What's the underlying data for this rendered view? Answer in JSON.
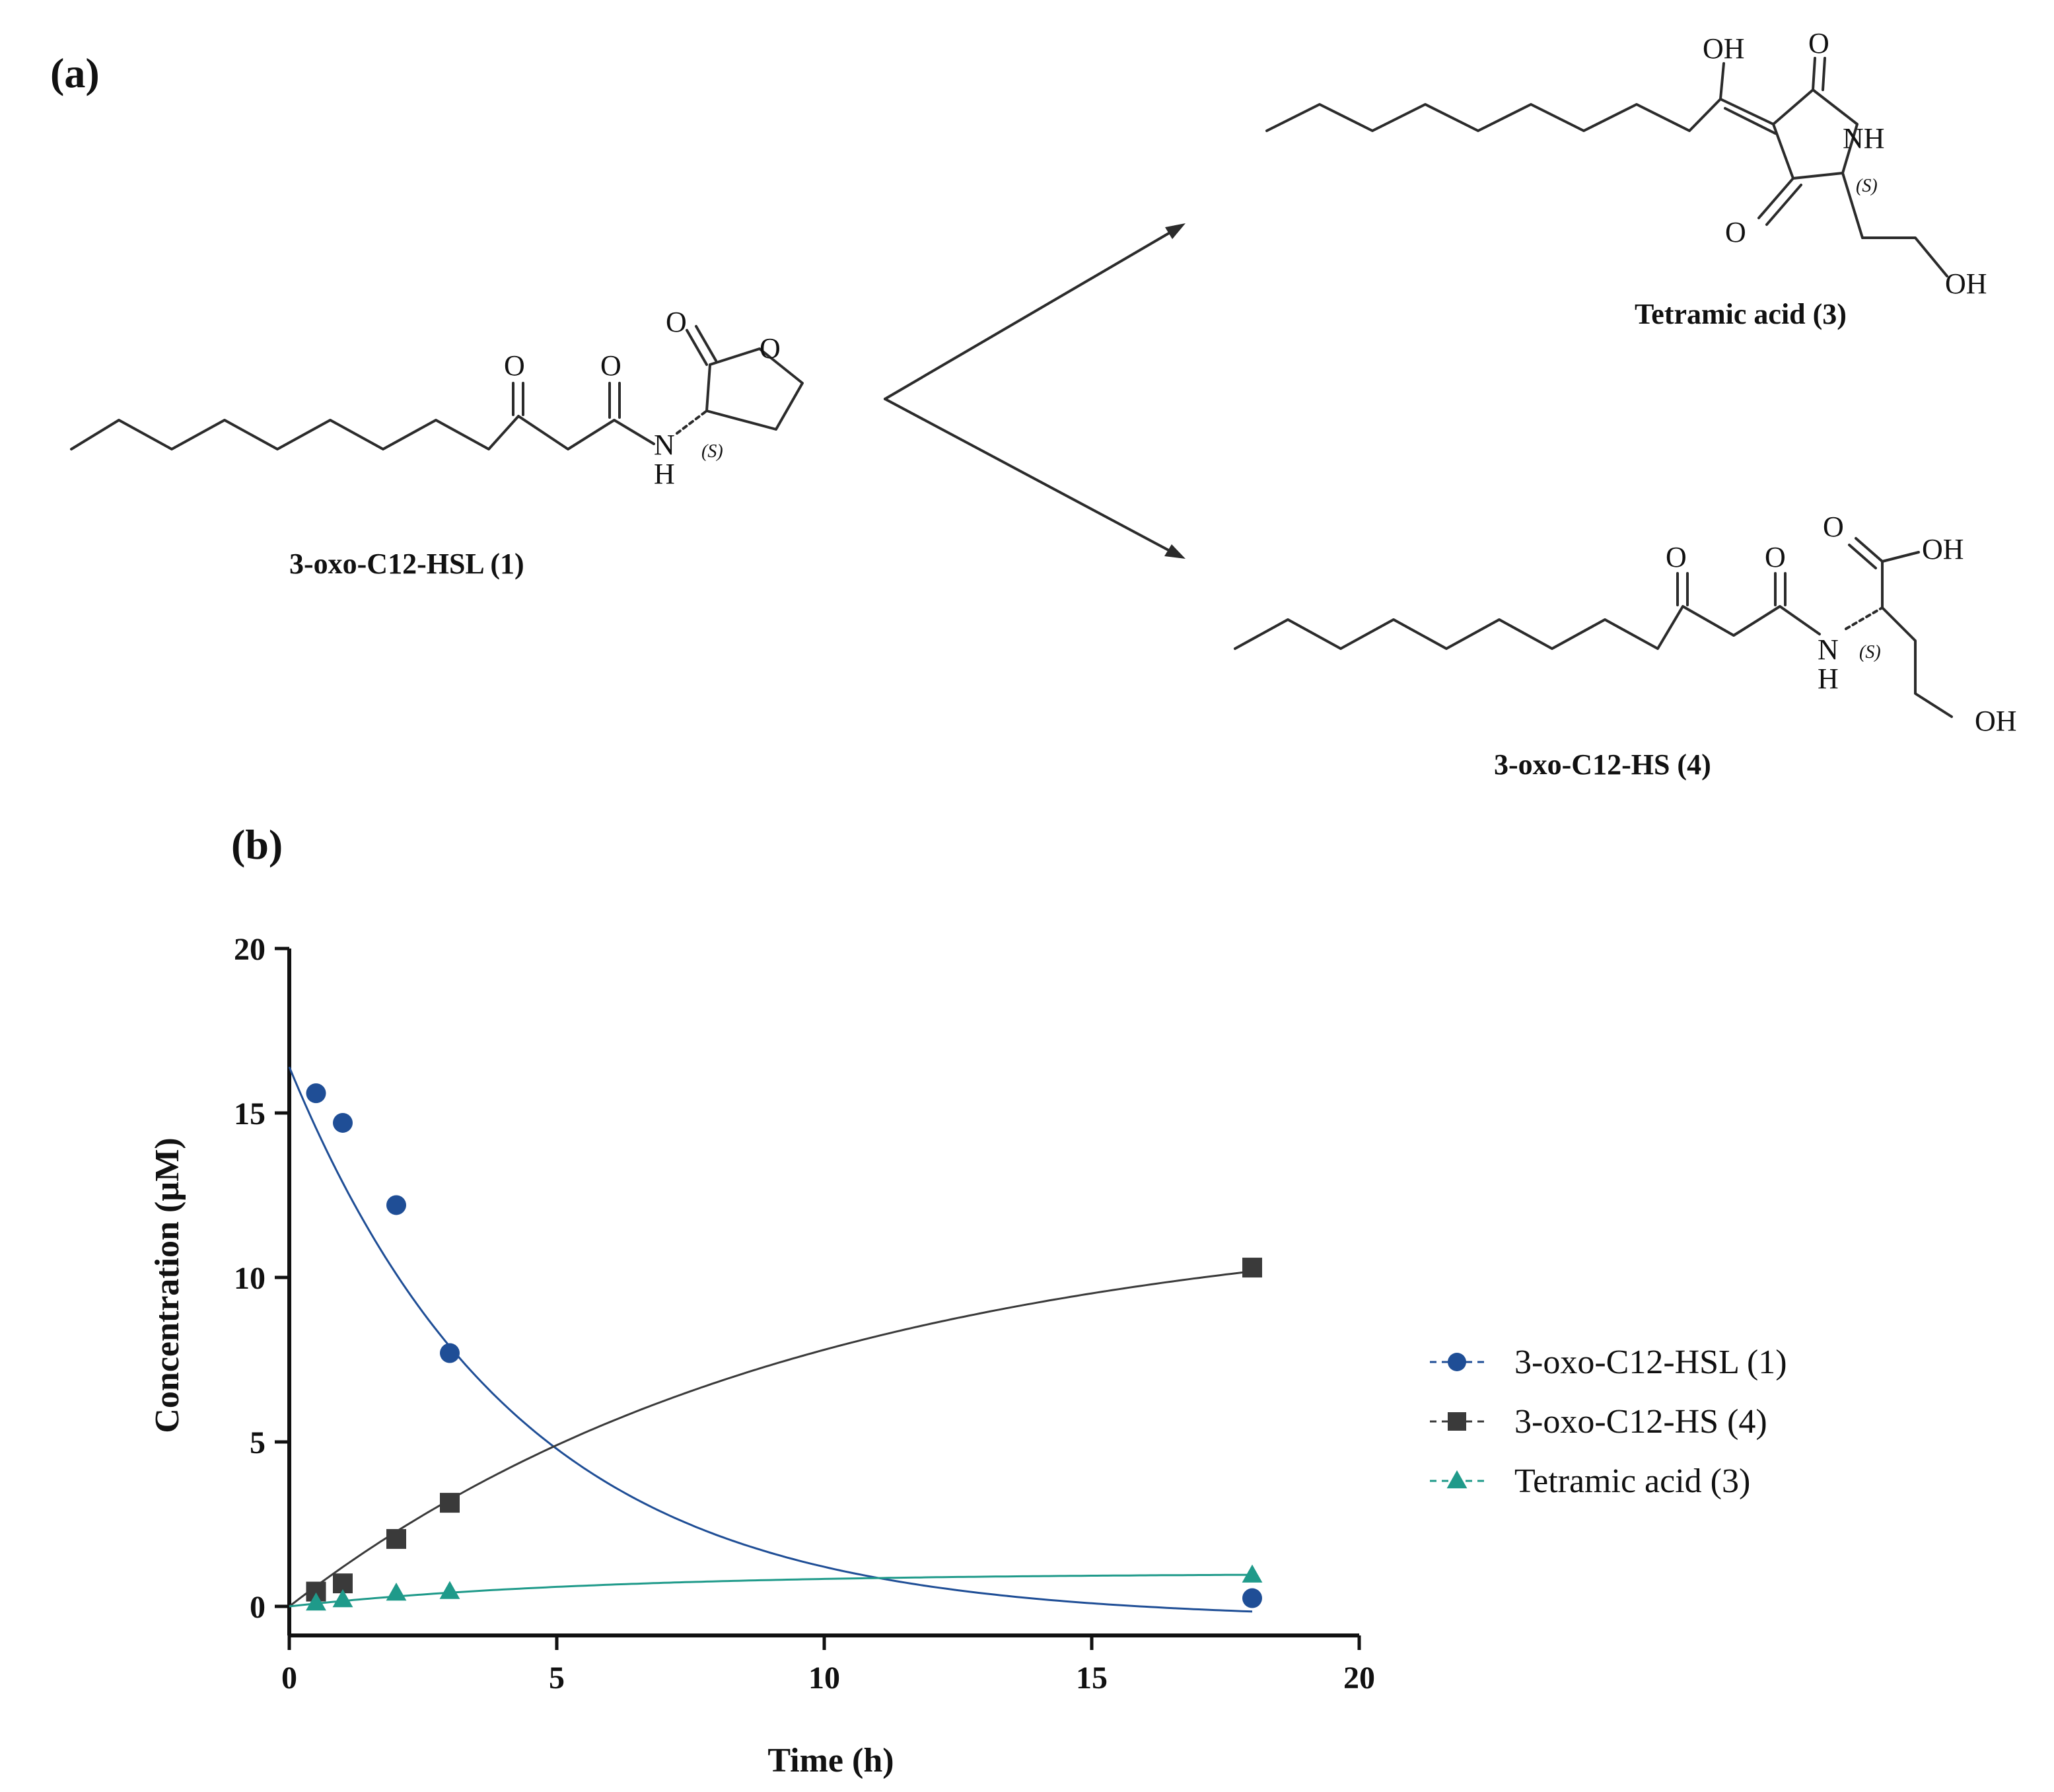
{
  "panel_a": {
    "label": "(a)",
    "atoms": {
      "O": "O",
      "OH": "OH",
      "NH": "NH",
      "N": "N",
      "H": "H",
      "S": "(S)"
    },
    "compounds": {
      "hsl": "3-oxo-C12-HSL (1)",
      "tetramic": "Tetramic acid (3)",
      "hs": "3-oxo-C12-HS (4)"
    }
  },
  "panel_b": {
    "label": "(b)"
  },
  "chart_data": {
    "type": "scatter",
    "xlabel": "Time (h)",
    "ylabel": "Concentration (µM)",
    "xlim": [
      0,
      20
    ],
    "ylim": [
      0,
      20
    ],
    "xticks": [
      "0",
      "5",
      "10",
      "15",
      "20"
    ],
    "yticks": [
      "0",
      "5",
      "10",
      "15",
      "20"
    ],
    "legend_position": "right",
    "series": [
      {
        "name": "3-oxo-C12-HSL (1)",
        "marker": "circle",
        "color": "#1f4e96",
        "x": [
          0.5,
          1,
          2,
          3,
          18
        ],
        "y": [
          15.6,
          14.7,
          12.2,
          7.7,
          0.25
        ],
        "fit": {
          "y0": 16.4,
          "a": 16.8,
          "k": 0.235,
          "ymax_asymptote": -0.4
        }
      },
      {
        "name": "3-oxo-C12-HS (4)",
        "marker": "square",
        "color": "#3a3a3a",
        "x": [
          0.5,
          1,
          2,
          3,
          18
        ],
        "y": [
          0.45,
          0.7,
          2.05,
          3.15,
          10.3
        ],
        "fit": {
          "plateau": 12.0,
          "k": 0.105
        }
      },
      {
        "name": "Tetramic acid (3)",
        "marker": "triangle",
        "color": "#1f9a8a",
        "x": [
          0.5,
          1,
          2,
          3,
          18
        ],
        "y": [
          0.1,
          0.2,
          0.4,
          0.45,
          0.95
        ],
        "fit": {
          "plateau": 1.0,
          "k": 0.18
        }
      }
    ]
  }
}
